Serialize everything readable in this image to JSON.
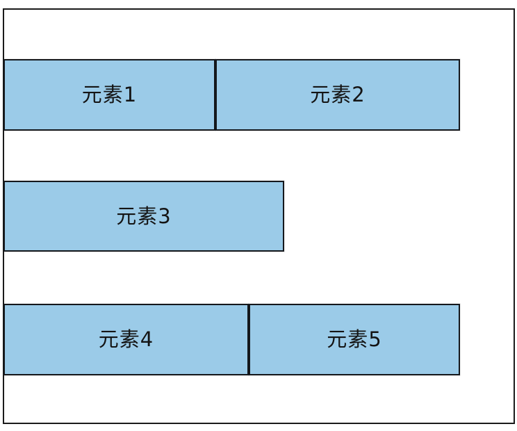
{
  "diagram": {
    "elements": [
      {
        "label": "元素1"
      },
      {
        "label": "元素2"
      },
      {
        "label": "元素3"
      },
      {
        "label": "元素4"
      },
      {
        "label": "元素5"
      }
    ],
    "rows": [
      {
        "members": [
          "元素1",
          "元素2"
        ]
      },
      {
        "members": [
          "元素3"
        ]
      },
      {
        "members": [
          "元素4",
          "元素5"
        ]
      }
    ]
  },
  "colors": {
    "background": "#FFFFFF",
    "container_border": "#1A1A1A",
    "box_fill": "#9BCBE8",
    "box_border": "#15181C",
    "text": "#141414"
  }
}
